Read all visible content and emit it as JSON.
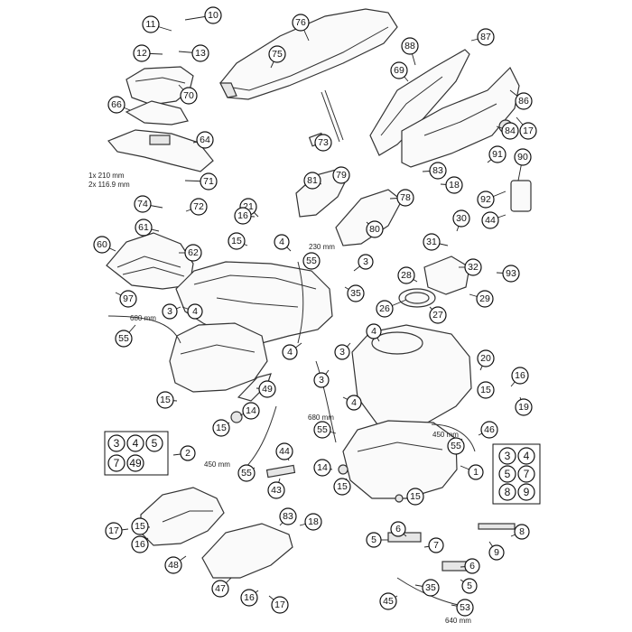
{
  "callouts": [
    {
      "label": "10"
    },
    {
      "label": "11"
    },
    {
      "label": "12"
    },
    {
      "label": "13"
    },
    {
      "label": "75"
    },
    {
      "label": "76"
    },
    {
      "label": "88"
    },
    {
      "label": "87"
    },
    {
      "label": "69"
    },
    {
      "label": "86"
    },
    {
      "label": "70"
    },
    {
      "label": "66"
    },
    {
      "label": "17"
    },
    {
      "label": "84"
    },
    {
      "label": "64"
    },
    {
      "label": "73"
    },
    {
      "label": "91"
    },
    {
      "label": "90"
    },
    {
      "label": "71"
    },
    {
      "label": "81"
    },
    {
      "label": "79"
    },
    {
      "label": "83"
    },
    {
      "label": "18"
    },
    {
      "label": "78"
    },
    {
      "label": "92"
    },
    {
      "label": "74"
    },
    {
      "label": "72"
    },
    {
      "label": "21"
    },
    {
      "label": "16"
    },
    {
      "label": "80"
    },
    {
      "label": "44"
    },
    {
      "label": "61"
    },
    {
      "label": "15"
    },
    {
      "label": "4"
    },
    {
      "label": "62"
    },
    {
      "label": "30"
    },
    {
      "label": "60"
    },
    {
      "label": "31"
    },
    {
      "label": "55"
    },
    {
      "label": "3"
    },
    {
      "label": "32"
    },
    {
      "label": "93"
    },
    {
      "label": "35"
    },
    {
      "label": "28"
    },
    {
      "label": "97"
    },
    {
      "label": "29"
    },
    {
      "label": "3"
    },
    {
      "label": "4"
    },
    {
      "label": "26"
    },
    {
      "label": "27"
    },
    {
      "label": "55"
    },
    {
      "label": "4"
    },
    {
      "label": "3"
    },
    {
      "label": "4"
    },
    {
      "label": "20"
    },
    {
      "label": "16"
    },
    {
      "label": "15"
    },
    {
      "label": "19"
    },
    {
      "label": "15"
    },
    {
      "label": "49"
    },
    {
      "label": "3"
    },
    {
      "label": "4"
    },
    {
      "label": "14"
    },
    {
      "label": "15"
    },
    {
      "label": "46"
    },
    {
      "label": "55"
    },
    {
      "label": "2"
    },
    {
      "label": "55"
    },
    {
      "label": "44"
    },
    {
      "label": "1"
    },
    {
      "label": "55"
    },
    {
      "label": "14"
    },
    {
      "label": "15"
    },
    {
      "label": "43"
    },
    {
      "label": "15"
    },
    {
      "label": "15"
    },
    {
      "label": "83"
    },
    {
      "label": "18"
    },
    {
      "label": "17"
    },
    {
      "label": "16"
    },
    {
      "label": "6"
    },
    {
      "label": "8"
    },
    {
      "label": "5"
    },
    {
      "label": "7"
    },
    {
      "label": "9"
    },
    {
      "label": "48"
    },
    {
      "label": "6"
    },
    {
      "label": "5"
    },
    {
      "label": "47"
    },
    {
      "label": "16"
    },
    {
      "label": "17"
    },
    {
      "label": "45"
    },
    {
      "label": "35"
    },
    {
      "label": "53"
    }
  ],
  "kit_left": {
    "items": [
      "3",
      "4",
      "5",
      "7",
      "49"
    ]
  },
  "kit_right": {
    "items": [
      "3",
      "4",
      "5",
      "7",
      "8",
      "9"
    ]
  },
  "dimensions": {
    "seat_screw_1": "1x 210 mm",
    "seat_screw_2": "2x 116.9 mm",
    "hose_230": "230 mm",
    "hose_680_a": "680 mm",
    "hose_680_b": "680 mm",
    "hose_450_a": "450 mm",
    "hose_450_b": "450 mm",
    "hose_640": "640 mm"
  }
}
